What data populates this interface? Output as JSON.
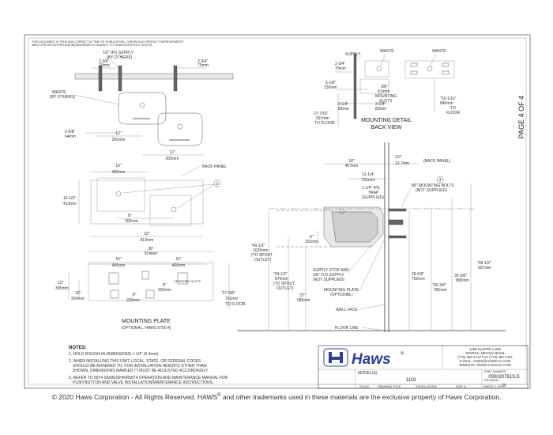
{
  "sheet": {
    "disclaimer_line1": "THIS DOCUMENT IS TRUE AND CORRECT AT TIME OF PUBLICATION. CONTINUOUS PRODUCT IMPROVEMENTS",
    "disclaimer_line2": "MAKE SPECIFICATIONS AND MEASUREMENTS SUBJECT TO CHANGE WITHOUT NOTICE.",
    "page_label": "PAGE 4 OF 4"
  },
  "front_view": {
    "supply_l1": "1/2\" IPS SUPPLY",
    "supply_l2": "(BY OTHERS)",
    "dim_left_in": "2-3/4\"",
    "dim_left_mm": "70mm",
    "dim_right_in": "2-3/4\"",
    "dim_right_mm": "70mm",
    "waste_l1": "WASTE",
    "waste_l2": "(BY OTHERS)",
    "dim_bottom_in": "2-5/8\"",
    "dim_bottom_mm": "64mm",
    "dim_12a_in": "12\"",
    "dim_12a_mm": "305mm",
    "dim_12b_in": "12\"",
    "dim_12b_mm": "305mm"
  },
  "back_panel_view": {
    "back_panel": "BACK PANEL",
    "dim_16_in": "16\"",
    "dim_16_mm": "406mm",
    "dim_height_in": "16-1/4\"",
    "dim_height_mm": "413mm",
    "dim_8_in": "8\"",
    "dim_8_mm": "203mm",
    "dim_32_in": "32\"",
    "dim_32_mm": "813mm",
    "callout": "3"
  },
  "mounting_plate": {
    "dim_36_in": "36\"",
    "dim_36_mm": "914mm",
    "dim_16a_in": "16\"",
    "dim_16a_mm": "406mm",
    "dim_16b_in": "16\"",
    "dim_16b_mm": "406mm",
    "dim_12_in": "12\"",
    "dim_12_mm": "305mm",
    "dim_10_in": "10\"",
    "dim_10_mm": "254mm",
    "dim_8a_in": "8\"",
    "dim_8a_mm": "203mm",
    "dim_8b_in": "8\"",
    "dim_8b_mm": "202mm",
    "centering": "CENTERING SLOTS",
    "dim_27_in": "\"27-5/8\"",
    "dim_27_mm": "702mm",
    "dim_27_note": "TO FLOOR",
    "title_l1": "MOUNTING PLATE",
    "title_l2": "(OPTIONAL, HAWS 6700.4)"
  },
  "mounting_detail": {
    "supply": "SUPPLY",
    "waste": "WASTE",
    "waste2": "WASTE",
    "dim_234_in": "2-3/4\"",
    "dim_234_mm": "70mm",
    "dim_518_in": "5-1/8\"",
    "dim_518_mm": "130mm",
    "slots_l1": "3/8\"",
    "slots_l2": "9.5mm",
    "slots_l3": "MOUNTING",
    "slots_l4": "SLOTS",
    "dim_314a_in": "3-1/4\"",
    "dim_314a_mm": "83mm",
    "dim_314b_in": "3-1/4\"",
    "dim_314b_mm": "83mm",
    "dim_27_in": "27-7/16\"",
    "dim_27_mm": "697mm",
    "dim_27_note": "TO FLOOR",
    "dim_33_in": "\"33-1/16\"",
    "dim_33_mm": "840mm",
    "dim_33_note1": "TO",
    "dim_33_note2": "FLOOR",
    "title_l1": "MOUNTING DETAIL",
    "title_l2": "BACK VIEW"
  },
  "side_view": {
    "dim_18_in": "18\"",
    "dim_18_mm": "457mm",
    "dim_half_in": "1/2\"",
    "dim_half_mm": "12.7mm",
    "back_panel": "(BACK PANEL)",
    "dim_1214_in": "12-1/4\"",
    "dim_1214_mm": "311mm",
    "trap_l1": "1-1/4\" IPS",
    "trap_l2": "TRAP",
    "trap_l3": "(SUPPLIED)",
    "bolts_l1": "3/8\" MOUNTING BOLTS",
    "bolts_l2": "(NOT SUPPLIED)",
    "dim_6_in": "6\"",
    "dim_6_mm": "152mm",
    "dim_4012_in": "\"40-1/2\"",
    "dim_4012_mm": "1029mm",
    "dim_4012_n1": "(TO SPOUT",
    "dim_4012_n2": "OUTLET)",
    "dim_3412_in": "\"34-1/2\"",
    "dim_3412_mm": "876mm",
    "dim_3412_n1": "(TO SPOUT",
    "dim_3412_n2": "OUTLET)",
    "dim_27_in": "\"27\"",
    "dim_27_mm": "686mm",
    "stop_l1": "SUPPLY STOP AND",
    "stop_l2": "3/8\" O.D SUPPLY",
    "stop_l3": "(NOT SUPPLIED)",
    "plate_l1": "MOUNTING PLATE",
    "plate_l2": "(OPTIONAL)",
    "wall_face": "WALL FACE",
    "floor_line": "FLOOR LINE",
    "dim_2958_in": "29-5/8\"",
    "dim_2958_mm": "752mm",
    "dim_3034_in": "\"30-3/4\"",
    "dim_3034_mm": "781mm",
    "dim_3538_in": "35-3/8\"",
    "dim_3538_mm": "899mm",
    "dim_3612_in": "\"36-1/2\"",
    "dim_3612_mm": "927mm",
    "callout": "3"
  },
  "notes": {
    "heading": "NOTES:",
    "n1": "1. HOLD ROUGH-IN DIMENSIONS ± 1/4\" (6.4mm).",
    "n2a": "2. WHEN INSTALLING THIS UNIT, LOCAL, STATE, OR FEDERAL CODES",
    "n2b": "SHOULD BE ADHERED TO. FOR INSTALLATION HEIGHTS OTHER THAN",
    "n2c": "SHOWN, DIMENSIONS MARKED (\") MUST BE ADJUSTED ACCORDINGLY.",
    "n3a": "3. REFER TO 5874 SERIES/HWR5874 OPERATION AND MAINTENANCE MANUAL FOR",
    "n3b": "PUSH BUTTON AND VALVE INSTALLATION/MAINTENANCE INSTRUCTIONS."
  },
  "title_block": {
    "brand": "Haws",
    "reg": "®",
    "addr1": "1455 KLEPPE LANE",
    "addr2": "SPARKS, NEVADA 89431",
    "addr3": "(775) 359-4712 FAX (775) 359-7424",
    "addr4": "E-MAIL: HAWS@HAWSCO.COM",
    "addr5": "WEBSITE: WWW.HAWSCO.COM",
    "models_label": "MODEL(S)",
    "model": "1119",
    "part_label": "PART NUMBER",
    "part": "0000207619.D",
    "rev_label": "REVISION",
    "rev": "20",
    "scale": "SCALE",
    "drawing_title": "DRAWING TITLE",
    "install": "INSTALLATION",
    "size": "SIZE: A",
    "sheet": "SHEET: 1 OF 1"
  },
  "copyright": {
    "pre": "© 2020 Haws Corporation - All Rights Reserved.  HAWS",
    "reg": "®",
    "post": " and other trademarks used in these materials are the exclusive property of Haws Corporation."
  }
}
